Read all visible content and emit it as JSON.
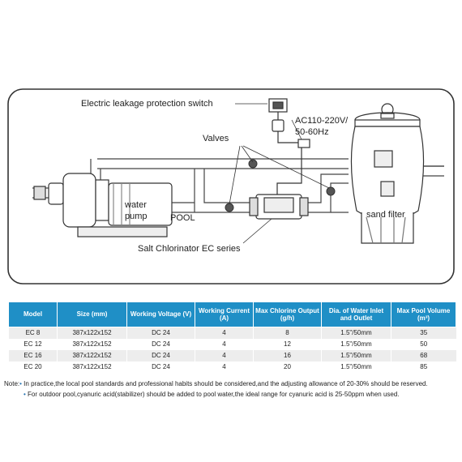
{
  "diagram": {
    "labels": {
      "electric_switch": "Electric leakage protection switch",
      "power": "AC110-220V/",
      "frequency": "50-60Hz",
      "valves": "Valves",
      "water_pump_1": "water",
      "water_pump_2": "pump",
      "pool": "POOL",
      "sand_filter": "sand filter",
      "salt_chlorinator": "Salt Chlorinator EC series"
    }
  },
  "table": {
    "headers": [
      "Model",
      "Size (mm)",
      "Working Voltage (V)",
      "Working Current (A)",
      "Max Chlorine Output (g/h)",
      "Dia. of Water Inlet and Outlet",
      "Max Pool Volume (m³)"
    ],
    "rows": [
      [
        "EC 8",
        "387x122x152",
        "DC 24",
        "4",
        "8",
        "1.5\"/50mm",
        "35"
      ],
      [
        "EC 12",
        "387x122x152",
        "DC 24",
        "4",
        "12",
        "1.5\"/50mm",
        "50"
      ],
      [
        "EC 16",
        "387x122x152",
        "DC 24",
        "4",
        "16",
        "1.5\"/50mm",
        "68"
      ],
      [
        "EC 20",
        "387x122x152",
        "DC 24",
        "4",
        "20",
        "1.5\"/50mm",
        "85"
      ]
    ]
  },
  "notes": {
    "label": "Note:",
    "items": [
      "In practice,the local pool standards and professional habits should be considered,and the adjusting allowance of 20-30% should be reserved.",
      "For outdoor pool,cyanuric acid(stabilizer) should be added to pool water,the ideal range for cyanuric acid is 25-50ppm when used."
    ]
  }
}
